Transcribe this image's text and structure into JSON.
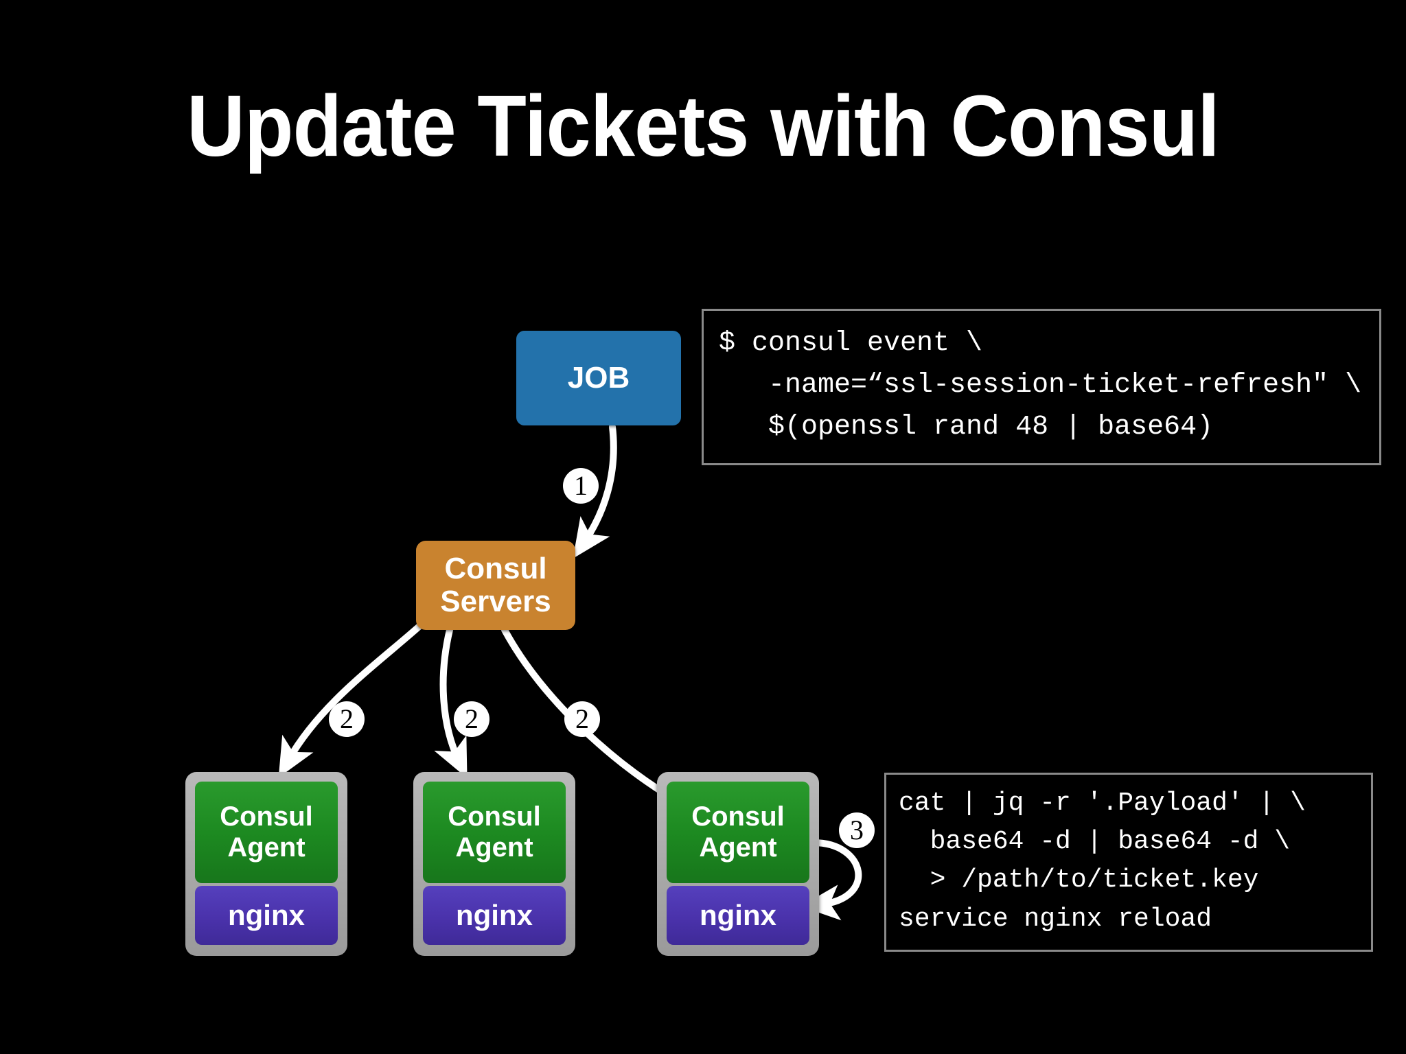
{
  "slide": {
    "title": "Update Tickets with Consul",
    "background_color": "#000000",
    "text_color": "#ffffff"
  },
  "nodes": {
    "job": {
      "label": "JOB",
      "color": "#2372ab"
    },
    "consul_servers": {
      "label": "Consul\nServers",
      "line1": "Consul",
      "line2": "Servers",
      "color": "#c9832f"
    },
    "agent": {
      "line1": "Consul",
      "line2": "Agent",
      "color": "#1d8a21"
    },
    "nginx": {
      "label": "nginx",
      "color": "#4a32ab"
    },
    "host_container_color": "#a8a8a8"
  },
  "hosts": [
    {
      "agent_line1": "Consul",
      "agent_line2": "Agent",
      "nginx_label": "nginx"
    },
    {
      "agent_line1": "Consul",
      "agent_line2": "Agent",
      "nginx_label": "nginx"
    },
    {
      "agent_line1": "Consul",
      "agent_line2": "Agent",
      "nginx_label": "nginx"
    }
  ],
  "code_top": {
    "lines": [
      "$ consul event \\",
      "   -name=“ssl-session-ticket-refresh\" \\",
      "   $(openssl rand 48 | base64)"
    ],
    "text": "$ consul event \\\n   -name=“ssl-session-ticket-refresh\" \\\n   $(openssl rand 48 | base64)"
  },
  "code_bottom": {
    "lines": [
      "cat | jq -r '.Payload' | \\",
      "  base64 -d | base64 -d \\",
      "  > /path/to/ticket.key",
      "service nginx reload"
    ],
    "text": "cat | jq -r '.Payload' | \\\n  base64 -d | base64 -d \\\n  > /path/to/ticket.key\nservice nginx reload"
  },
  "steps": [
    {
      "id": "step-1",
      "label": "①",
      "number": "1",
      "meaning": "job fires consul event to consul servers"
    },
    {
      "id": "step-2a",
      "label": "②",
      "number": "2",
      "meaning": "servers notify agent 1"
    },
    {
      "id": "step-2b",
      "label": "②",
      "number": "2",
      "meaning": "servers notify agent 2"
    },
    {
      "id": "step-2c",
      "label": "②",
      "number": "2",
      "meaning": "servers notify agent 3"
    },
    {
      "id": "step-3",
      "label": "③",
      "number": "3",
      "meaning": "agent writes ticket key and reloads nginx"
    }
  ],
  "arrow_color": "#ffffff"
}
